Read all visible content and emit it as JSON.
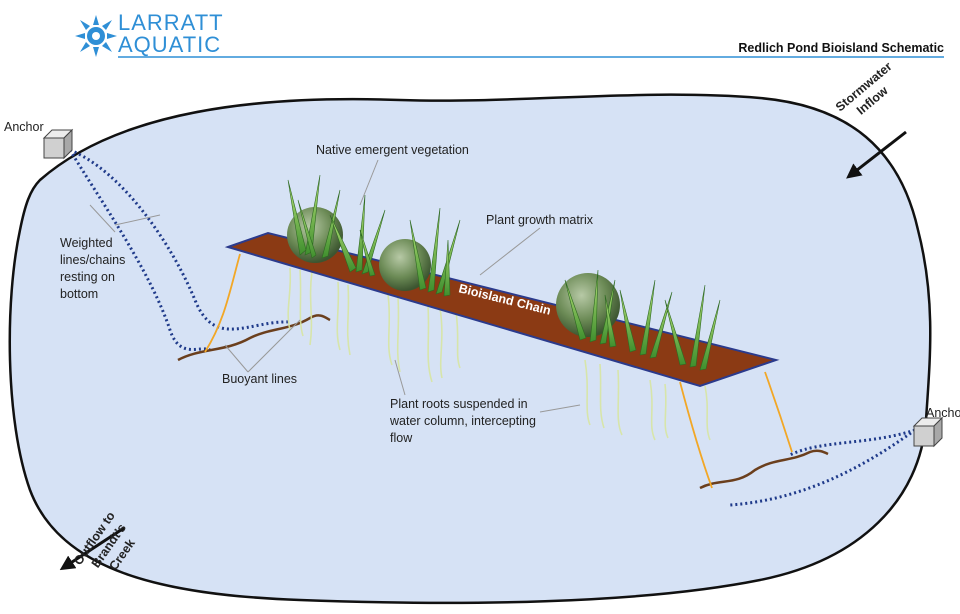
{
  "header": {
    "logo_line1": "LARRATT",
    "logo_line2": "AQUATIC",
    "title": "Redlich Pond Bioisland Schematic"
  },
  "labels": {
    "anchor_left": "Anchor",
    "anchor_right": "Ancho",
    "native_vegetation": "Native emergent vegetation",
    "growth_matrix": "Plant growth matrix",
    "bioisland_chain": "Bioisland Chain",
    "weighted_lines": [
      "Weighted",
      "lines/chains",
      "resting on",
      "bottom"
    ],
    "buoyant_lines": "Buoyant lines",
    "roots": [
      "Plant roots suspended in",
      "water column, intercepting",
      "flow"
    ],
    "inflow": [
      "Stormwater",
      "Inflow"
    ],
    "outflow": [
      "Outflow to",
      "Brandt’s",
      "Creek"
    ]
  },
  "colors": {
    "pond_fill": "#d6e2f5",
    "pond_stroke": "#111111",
    "chain_fill": "#8b3a14",
    "chain_edge": "#2b3a8c",
    "dotted_line": "#1f3a8a",
    "buoyant_line": "#f2a726",
    "bottom_line": "#6b3f1d",
    "header_rule": "#2f8fd6",
    "logo": "#2f8fd6"
  }
}
